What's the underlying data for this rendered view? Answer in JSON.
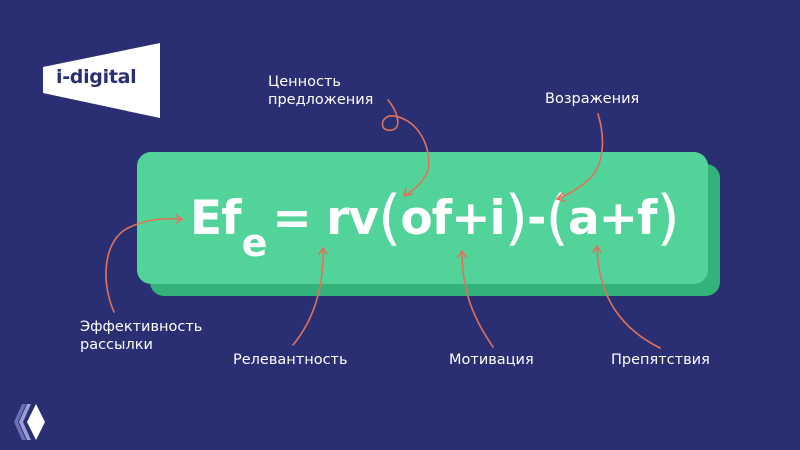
{
  "logo": {
    "text": "i-digital",
    "bg_color": "#ffffff",
    "text_color": "#2a2f73"
  },
  "corner_logo": {
    "icon": "layered-diamond-icon"
  },
  "formula": {
    "main": "Ef",
    "subscript": "e",
    "equals": "=",
    "rv": "rv",
    "open1": "(",
    "inner1": "of+i",
    "close1": ")",
    "minus": "-",
    "open2": "(",
    "inner2": "a+f",
    "close2": ")"
  },
  "labels": {
    "value_line1": "Ценность",
    "value_line2": "предложения",
    "objections": "Возражения",
    "effectiveness_line1": "Эффективность",
    "effectiveness_line2": "рассылки",
    "relevance": "Релевантность",
    "motivation": "Мотивация",
    "obstacles": "Препятствия"
  },
  "colors": {
    "background": "#2a2f73",
    "card": "#52d399",
    "card_shadow": "#33b27a",
    "arrow": "#e0725a",
    "text": "#ffffff"
  }
}
